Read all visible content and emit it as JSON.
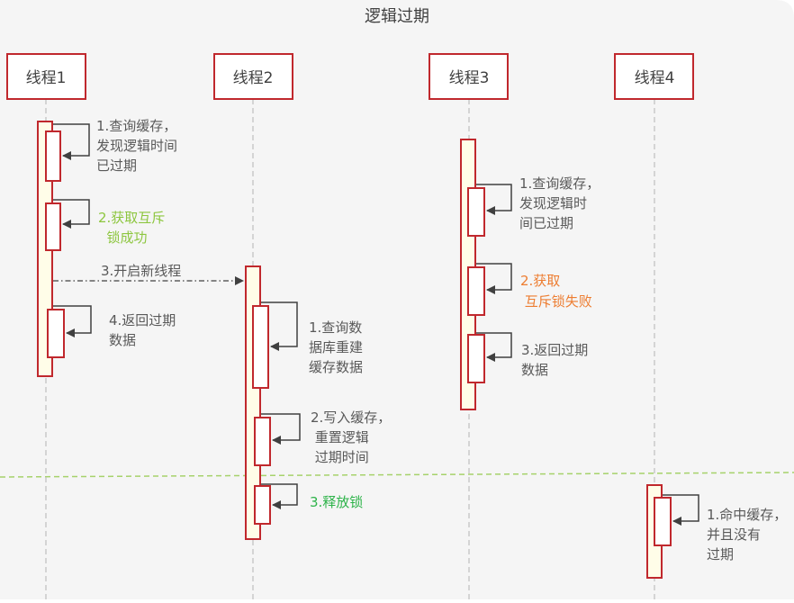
{
  "diagram": {
    "title": "逻辑过期",
    "threads": [
      {
        "id": "t1",
        "label": "线程1"
      },
      {
        "id": "t2",
        "label": "线程2"
      },
      {
        "id": "t3",
        "label": "线程3"
      },
      {
        "id": "t4",
        "label": "线程4"
      }
    ],
    "steps": {
      "t1": [
        {
          "lines": [
            "1.查询缓存，",
            "发现逻辑时间",
            "已过期"
          ],
          "color": "#595959"
        },
        {
          "lines": [
            "2.获取互斥",
            "  锁成功"
          ],
          "color": "#8dc63f"
        },
        {
          "lines": [
            "3.开启新线程"
          ],
          "color": "#595959"
        },
        {
          "lines": [
            "4.返回过期",
            "数据"
          ],
          "color": "#595959"
        }
      ],
      "t2": [
        {
          "lines": [
            "1.查询数",
            "据库重建",
            "缓存数据"
          ],
          "color": "#595959"
        },
        {
          "lines": [
            "2.写入缓存，",
            " 重置逻辑",
            " 过期时间"
          ],
          "color": "#595959"
        },
        {
          "lines": [
            "3.释放锁"
          ],
          "color": "#2eb34a"
        }
      ],
      "t3": [
        {
          "lines": [
            "1.查询缓存，",
            "发现逻辑时",
            "间已过期"
          ],
          "color": "#595959"
        },
        {
          "lines": [
            "2.获取",
            " 互斥锁失败"
          ],
          "color": "#ed7d31"
        },
        {
          "lines": [
            "3.返回过期",
            "数据"
          ],
          "color": "#595959"
        }
      ],
      "t4": [
        {
          "lines": [
            "1.命中缓存，",
            "并且没有",
            "过期"
          ],
          "color": "#595959"
        }
      ]
    },
    "colors": {
      "box_border": "#c0282d",
      "activation_fill": "#fffde8",
      "lifeline": "#bfbfbf",
      "divider": "#a6d26b",
      "arrow": "#404040",
      "background_panel": "#f5f5f5"
    }
  }
}
